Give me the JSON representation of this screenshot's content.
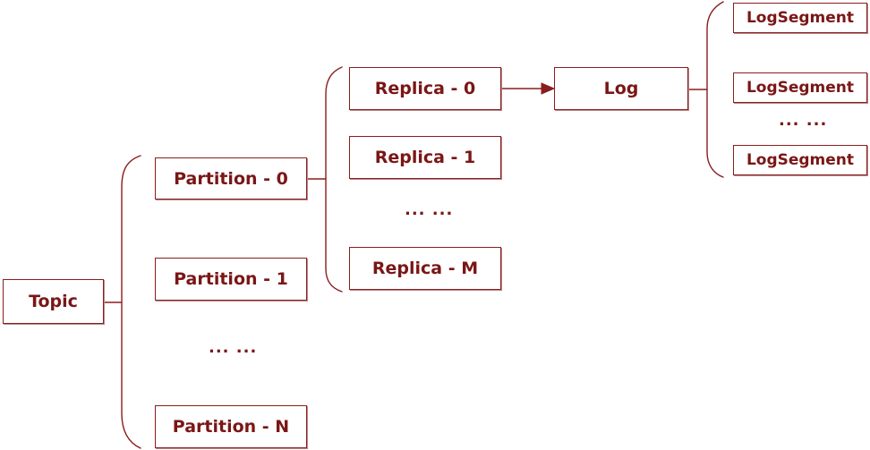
{
  "topic": {
    "label": "Topic"
  },
  "partitions": {
    "items": [
      "Partition - 0",
      "Partition - 1",
      "Partition - N"
    ],
    "ellipsis": "... ..."
  },
  "replicas": {
    "items": [
      "Replica - 0",
      "Replica - 1",
      "Replica - M"
    ],
    "ellipsis": "... ..."
  },
  "log": {
    "label": "Log"
  },
  "segments": {
    "items": [
      "LogSegment",
      "LogSegment",
      "LogSegment"
    ],
    "ellipsis": "... ..."
  },
  "colors": {
    "stroke": "#8a1d1d",
    "text": "#7a1616",
    "background": "#ffffff"
  }
}
